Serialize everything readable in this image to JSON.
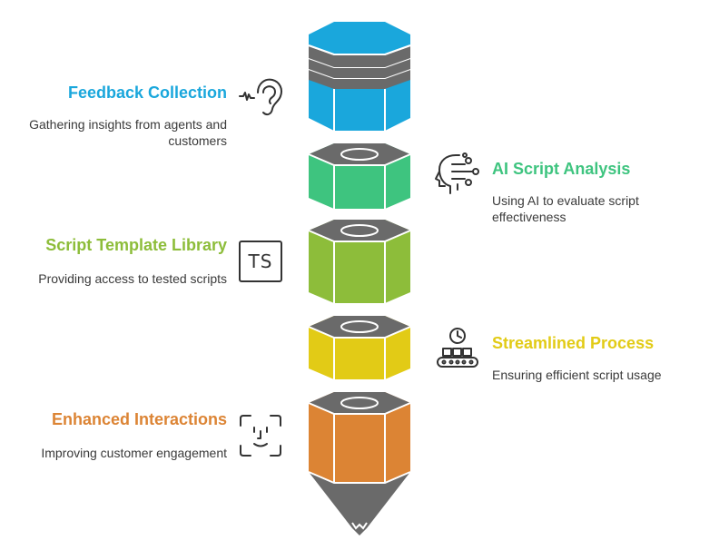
{
  "colors": {
    "blue": "#1aa7dc",
    "green": "#3ec47f",
    "lime": "#8dbd3a",
    "yellow": "#e2cb16",
    "orange": "#dc8434",
    "gray": "#6a6a6a"
  },
  "steps": [
    {
      "title": "Feedback Collection",
      "description": "Gathering insights from agents and customers",
      "icon": "ear-icon",
      "color": "#1aa7dc",
      "side": "left"
    },
    {
      "title": "AI Script Analysis",
      "description": "Using AI to evaluate script effectiveness",
      "icon": "ai-head-icon",
      "color": "#3ec47f",
      "side": "right"
    },
    {
      "title": "Script Template Library",
      "description": "Providing access to tested scripts",
      "icon": "ts-file-icon",
      "icon_text": "TS",
      "color": "#8dbd3a",
      "side": "left"
    },
    {
      "title": "Streamlined Process",
      "description": "Ensuring efficient script usage",
      "icon": "conveyor-clock-icon",
      "color": "#e2cb16",
      "side": "right"
    },
    {
      "title": "Enhanced Interactions",
      "description": "Improving customer engagement",
      "icon": "face-scan-icon",
      "color": "#dc8434",
      "side": "left"
    }
  ]
}
